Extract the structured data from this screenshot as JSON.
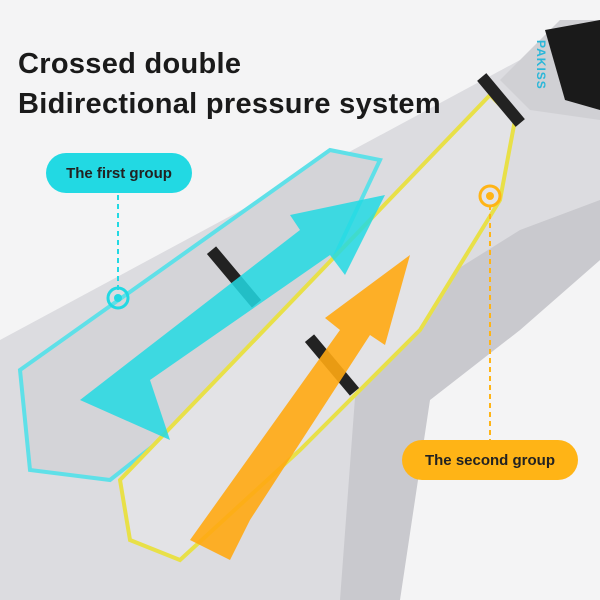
{
  "headline": {
    "line1": "Crossed double",
    "line2": "Bidirectional pressure system"
  },
  "callouts": {
    "first_group": "The first group",
    "second_group": "The second group"
  },
  "brand": "PAKISS",
  "colors": {
    "cyan": "#22d9e3",
    "orange": "#ffb416",
    "belt": "#d9d9dd",
    "background": "#f4f4f5"
  }
}
